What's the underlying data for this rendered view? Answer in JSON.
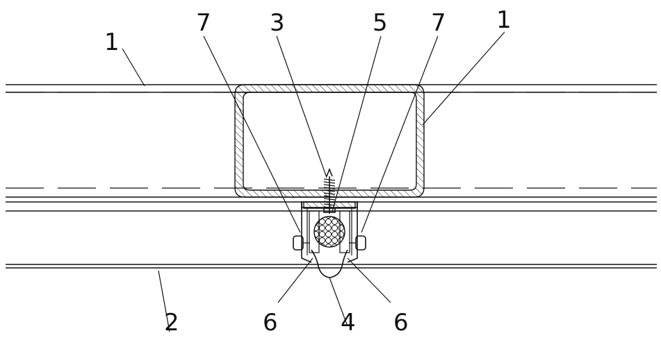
{
  "callouts": [
    {
      "id": "c1-left",
      "text": "1"
    },
    {
      "id": "c7-left",
      "text": "7"
    },
    {
      "id": "c3",
      "text": "3"
    },
    {
      "id": "c5",
      "text": "5"
    },
    {
      "id": "c7-right",
      "text": "7"
    },
    {
      "id": "c1-right",
      "text": "1"
    },
    {
      "id": "c2",
      "text": "2"
    },
    {
      "id": "c6-left",
      "text": "6"
    },
    {
      "id": "c4",
      "text": "4"
    },
    {
      "id": "c6-right",
      "text": "6"
    }
  ]
}
